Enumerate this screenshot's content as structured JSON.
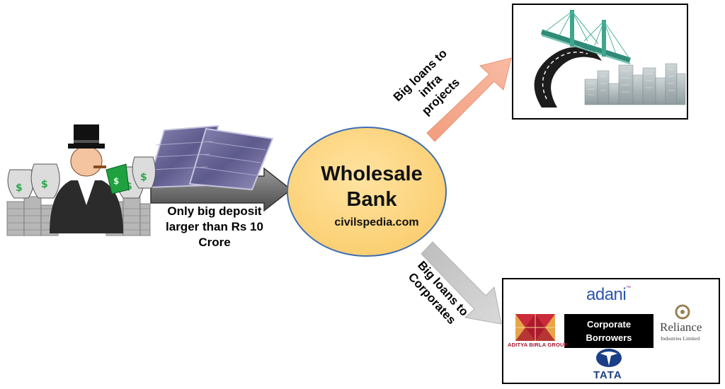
{
  "deposit_arrow": {
    "label_lines": [
      "Only big deposit",
      "larger than Rs 10",
      "Crore"
    ]
  },
  "bank": {
    "title_lines": [
      "Wholesale",
      "Bank"
    ],
    "website": "civilspedia.com",
    "fill_color": "#fdd987",
    "stroke_color": "#3f6fb3"
  },
  "infra_arrow": {
    "label_lines": [
      "Big loans to",
      "infra",
      "projects"
    ],
    "color": "#f6ad93"
  },
  "corporate_arrow": {
    "label_lines": [
      "Big loans to",
      "Corporates"
    ],
    "color": "#c8c8c8"
  },
  "corporate_box": {
    "badge_lines": [
      "Corporate",
      "Borrowers"
    ],
    "logos": {
      "adani": "adani",
      "adani_tm": "™",
      "reliance": "Reliance",
      "reliance_sub": "Industries Limited",
      "aditya_birla": "ADITYA BIRLA GROUP",
      "tata": "TATA"
    }
  },
  "icons": {
    "rich_man": "rich-man-money-bags-icon",
    "cash_stacks": "cash-bundles-icon",
    "bridge_city": "bridge-road-city-icon",
    "aditya_logo": "aditya-birla-logo-icon",
    "reliance_logo": "reliance-logo-icon",
    "tata_logo": "tata-logo-icon"
  }
}
